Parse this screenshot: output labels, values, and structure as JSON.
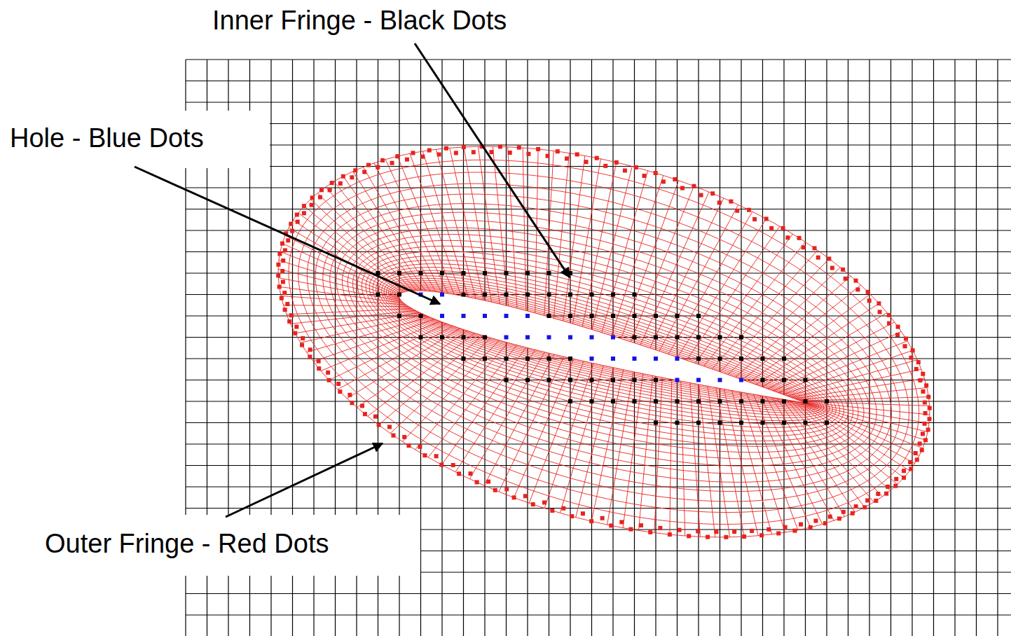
{
  "diagram": {
    "labels": [
      "Inner Fringe - Black Dots",
      "Hole - Blue Dots",
      "Outer Fringe - Red Dots"
    ]
  }
}
